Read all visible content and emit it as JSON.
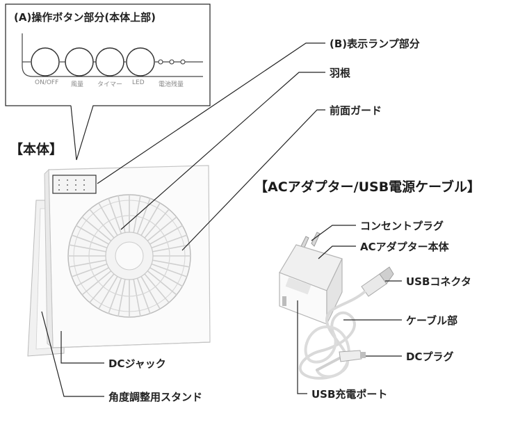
{
  "main_unit": {
    "heading": "【本体】",
    "callout_title": "(A)操作ボタン部分(本体上部)",
    "buttons": [
      "ON/OFF",
      "風量",
      "タイマー",
      "LED",
      "電池残量"
    ],
    "labels": {
      "display": "(B)表示ランプ部分",
      "blades": "羽根",
      "front_guard": "前面ガード",
      "dc_jack": "DCジャック",
      "stand": "角度調整用スタンド"
    }
  },
  "adapter": {
    "heading": "【ACアダプター/USB電源ケーブル】",
    "labels": {
      "plug": "コンセントプラグ",
      "body": "ACアダプター本体",
      "usb_connector": "USBコネクタ",
      "cable": "ケーブル部",
      "dc_plug": "DCプラグ",
      "usb_port": "USB充電ポート"
    }
  }
}
